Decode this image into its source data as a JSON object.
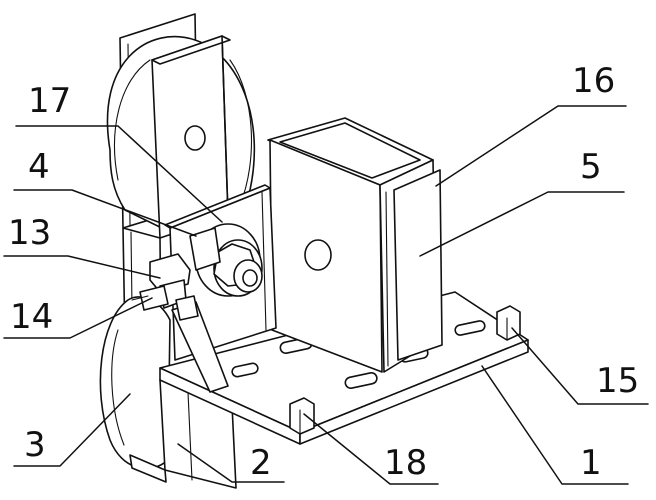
{
  "callouts": [
    {
      "id": "c1",
      "text": "1"
    },
    {
      "id": "c2",
      "text": "2"
    },
    {
      "id": "c3",
      "text": "3"
    },
    {
      "id": "c4",
      "text": "4"
    },
    {
      "id": "c5",
      "text": "5"
    },
    {
      "id": "c13",
      "text": "13"
    },
    {
      "id": "c14",
      "text": "14"
    },
    {
      "id": "c15",
      "text": "15"
    },
    {
      "id": "c16",
      "text": "16"
    },
    {
      "id": "c17",
      "text": "17"
    },
    {
      "id": "c18",
      "text": "18"
    }
  ]
}
